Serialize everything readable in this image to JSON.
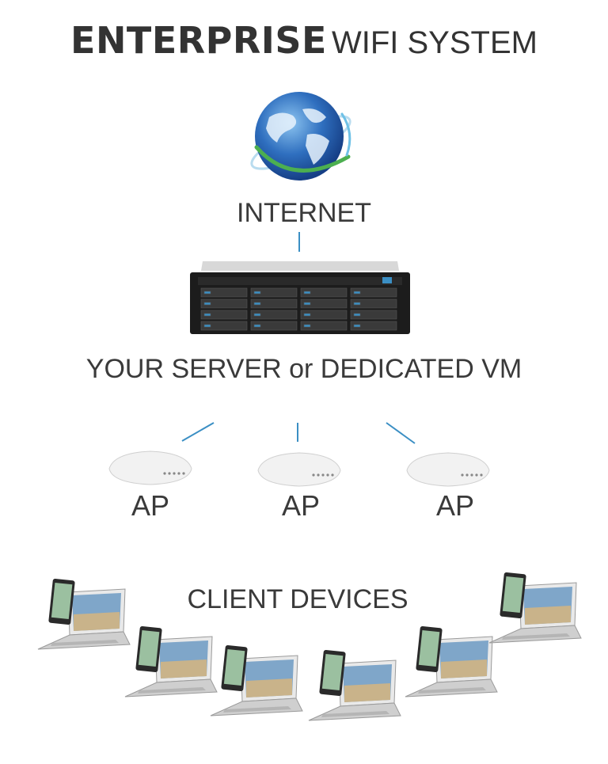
{
  "title": {
    "bold": "ENTERPRISE",
    "light": "WIFI SYSTEM"
  },
  "nodes": {
    "internet": "INTERNET",
    "server": "YOUR SERVER or DEDICATED VM",
    "ap_left": "AP",
    "ap_center": "AP",
    "ap_right": "AP",
    "clients": "CLIENT DEVICES"
  },
  "colors": {
    "connector": "#3b8fc4",
    "text": "#3a3a3a",
    "globe": "#2f6fbf",
    "orbit": "#4caf50",
    "server_body": "#1c1c1c"
  },
  "icons": [
    "globe-icon",
    "server-rack-icon",
    "access-point-icon",
    "laptop-tablet-icon"
  ]
}
